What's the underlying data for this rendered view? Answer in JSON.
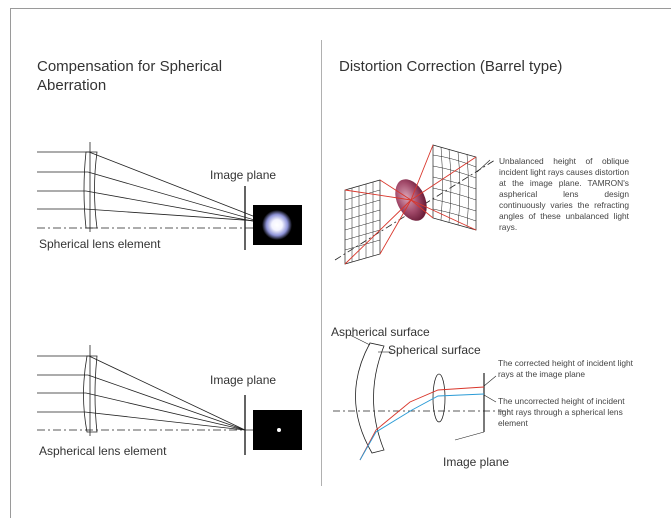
{
  "left": {
    "title": "Compensation for Spherical Aberration",
    "spherical": {
      "image_plane": "Image plane",
      "lens_label": "Spherical lens element"
    },
    "aspherical": {
      "image_plane": "Image plane",
      "lens_label": "Aspherical lens element"
    }
  },
  "right": {
    "title": "Distortion Correction (Barrel type)",
    "distortion_note": "Unbalanced height of oblique incident light rays causes distortion at the image plane. TAMRON's aspherical lens design continuously varies the refracting angles of these unbalanced light rays.",
    "aspherical_surface": "Aspherical surface",
    "spherical_surface": "Spherical surface",
    "corrected_note": "The corrected height of incident light rays at the image plane",
    "uncorrected_note": "The uncorrected height of incident light rays through a spherical lens element",
    "image_plane": "Image plane"
  },
  "colors": {
    "red_ray": "#d9362b",
    "blue_ray": "#2a9bd6",
    "lens_fill": "#8a2a4a"
  }
}
